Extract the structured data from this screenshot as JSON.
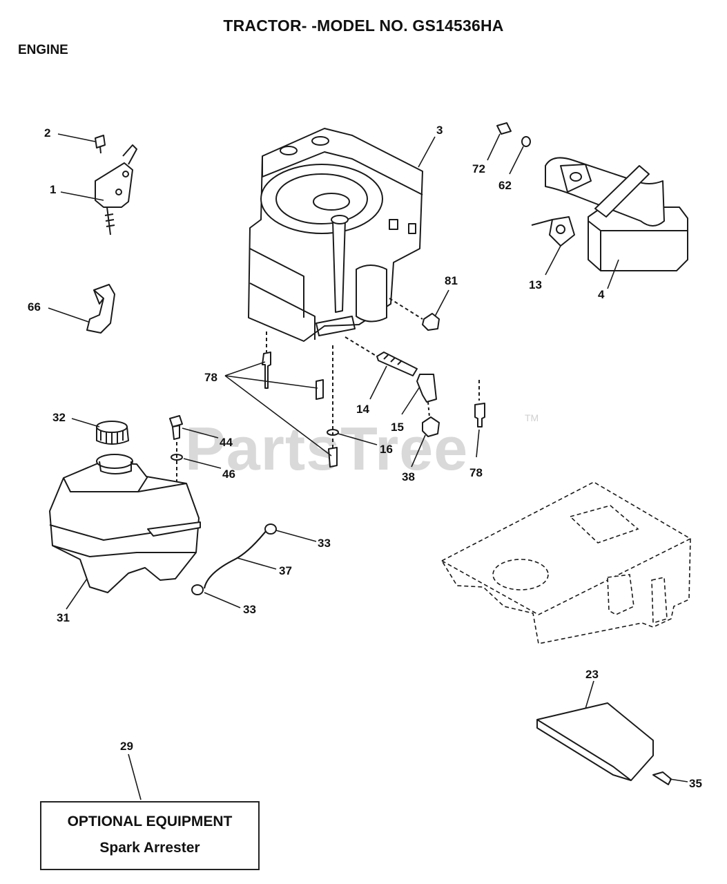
{
  "header": {
    "title": "TRACTOR- -MODEL NO. GS14536HA",
    "section": "ENGINE"
  },
  "watermark": {
    "text": "PartsTree",
    "tm": "TM"
  },
  "optional_box": {
    "line1": "OPTIONAL EQUIPMENT",
    "line2": "Spark Arrester"
  },
  "callouts": {
    "c1": "1",
    "c2": "2",
    "c3": "3",
    "c4": "4",
    "c13": "13",
    "c14": "14",
    "c15": "15",
    "c16": "16",
    "c23": "23",
    "c29": "29",
    "c31": "31",
    "c32": "32",
    "c33a": "33",
    "c33b": "33",
    "c35": "35",
    "c37": "37",
    "c38": "38",
    "c44": "44",
    "c46": "46",
    "c62": "62",
    "c66": "66",
    "c72": "72",
    "c78a": "78",
    "c78b": "78",
    "c81": "81"
  }
}
